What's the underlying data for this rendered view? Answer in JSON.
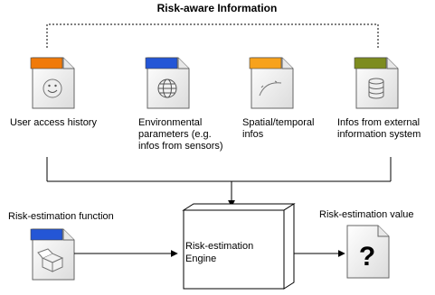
{
  "title": "Risk-aware Information",
  "sources": [
    {
      "lines": [
        "User access history"
      ],
      "icon": "smiley-face-icon",
      "tab_color": "#f07a0a"
    },
    {
      "lines": [
        "Environmental",
        "parameters (e.g.",
        "infos from sensors)"
      ],
      "icon": "globe-icon",
      "tab_color": "#2456d6"
    },
    {
      "lines": [
        "Spatial/temporal",
        "infos"
      ],
      "icon": "curve-path-icon",
      "tab_color": "#f7a21c"
    },
    {
      "lines": [
        "Infos from external",
        "information system"
      ],
      "icon": "database-icon",
      "tab_color": "#7d8c1f"
    }
  ],
  "function": {
    "label": "Risk-estimation function",
    "icon": "open-box-icon",
    "tab_color": "#2456d6"
  },
  "engine": {
    "lines": [
      "Risk-estimation",
      "Engine"
    ]
  },
  "value": {
    "label": "Risk-estimation value",
    "icon": "question-mark-icon"
  }
}
